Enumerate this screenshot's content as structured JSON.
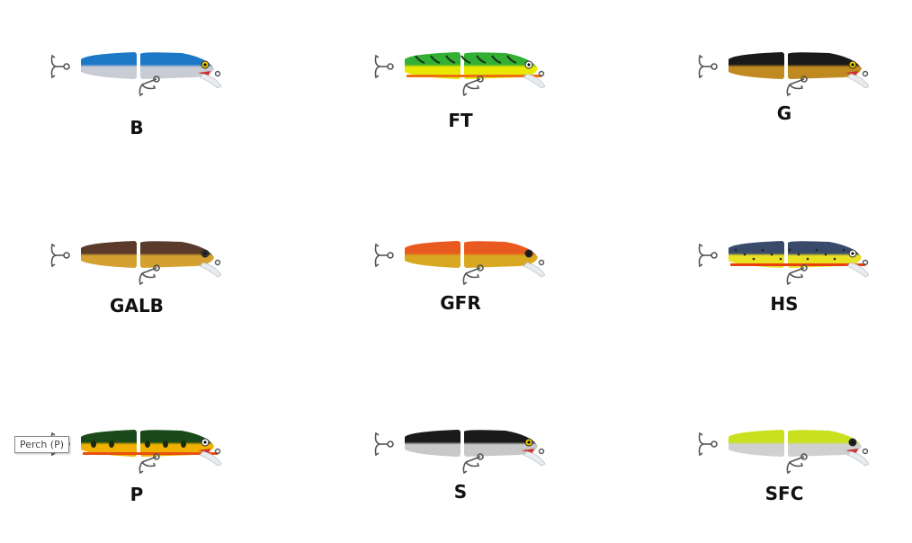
{
  "lures": [
    {
      "code": "B",
      "top": "#1e78c8",
      "belly": "#c8ccd4",
      "stripe": null,
      "eye": "#f5d000",
      "lip_red": true,
      "marks": null
    },
    {
      "code": "FT",
      "top": "#33b033",
      "belly": "#e8e800",
      "stripe": "#f07010",
      "eye": "#ffffff",
      "lip_red": false,
      "marks": "tiger"
    },
    {
      "code": "G",
      "top": "#1a1a1a",
      "belly": "#c08a20",
      "stripe": null,
      "eye": "#f5d000",
      "lip_red": true,
      "marks": null
    },
    {
      "code": "GALB",
      "top": "#5a3a2a",
      "belly": "#d4a030",
      "stripe": null,
      "eye": "#333333",
      "lip_red": false,
      "marks": null
    },
    {
      "code": "GFR",
      "top": "#e85a20",
      "belly": "#d8a820",
      "stripe": null,
      "eye": "#222222",
      "lip_red": false,
      "marks": null
    },
    {
      "code": "HS",
      "top": "#3a4a6a",
      "belly": "#e8e020",
      "stripe": "#e84010",
      "eye": "#ffffff",
      "lip_red": false,
      "marks": "spots"
    },
    {
      "code": "P",
      "top": "#1a4a1a",
      "belly": "#f0b000",
      "stripe": "#e85010",
      "eye": "#ffffff",
      "lip_red": true,
      "marks": "perch"
    },
    {
      "code": "S",
      "top": "#1a1a1a",
      "belly": "#c8c8c8",
      "stripe": null,
      "eye": "#f5d000",
      "lip_red": true,
      "marks": null
    },
    {
      "code": "SFC",
      "top": "#c8e020",
      "belly": "#d0d0d0",
      "stripe": null,
      "eye": "#222222",
      "lip_red": true,
      "marks": null
    }
  ],
  "tooltip": {
    "text": "Perch (P)"
  }
}
